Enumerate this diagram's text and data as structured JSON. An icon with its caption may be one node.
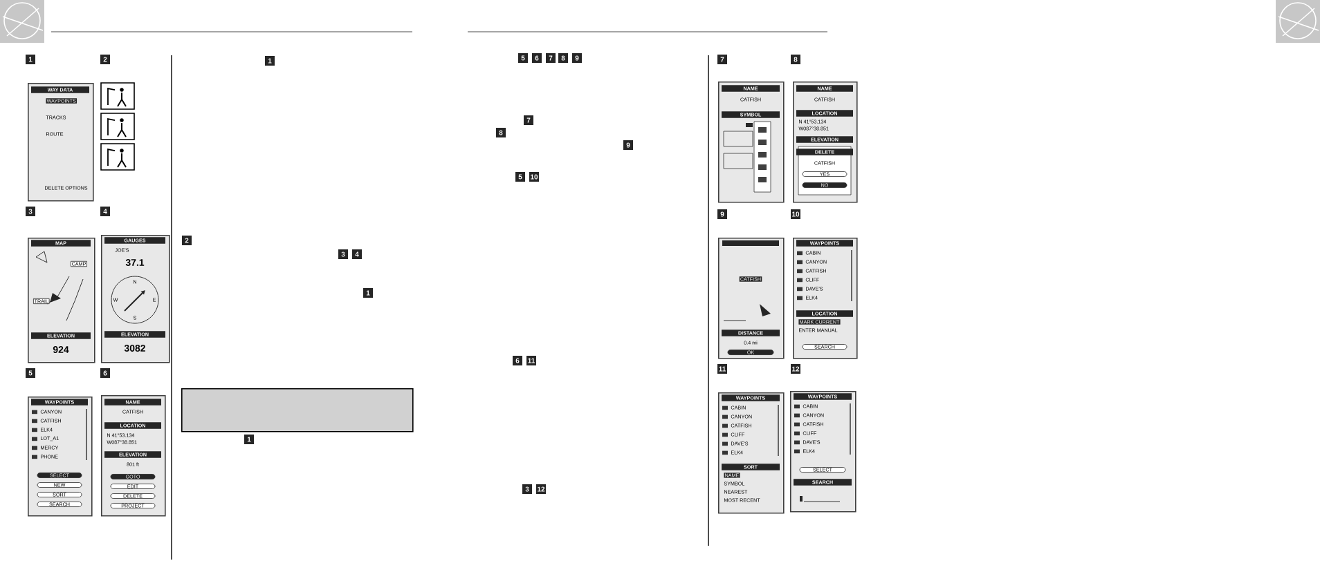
{
  "diagram": {
    "nodes": [
      {
        "text": [
          "WAY DATA",
          "WAYPOINTS",
          "TRACKS",
          "ROUTE",
          "DELETE OPTIONS"
        ]
      },
      {
        "text": [
          "MAP",
          "CAMP",
          "TRAIL",
          "ELEVATION",
          "924"
        ]
      },
      {
        "text": [
          "GAUGES",
          "JOE'S",
          "37.1",
          "N",
          "W",
          "E",
          "S",
          "ELEVATION",
          "3082"
        ]
      },
      {
        "text": [
          "WAYPOINTS",
          "CANYON",
          "CATFISH",
          "ELK4",
          "LOT_A1",
          "MERCY",
          "PHONE",
          "SELECT",
          "NEW",
          "SORT",
          "SEARCH"
        ]
      },
      {
        "text": [
          "NAME",
          "CATFISH",
          "LOCATION",
          "N 41°53.134",
          "W087°38.851",
          "ELEVATION",
          "801 ft",
          "GOTO",
          "EDIT",
          "DELETE",
          "PROJECT"
        ]
      },
      {
        "text": [
          "NAME",
          "CATFISH",
          "SYMBOL"
        ]
      },
      {
        "text": [
          "NAME",
          "CATFISH",
          "LOCATION",
          "N 41°53.134",
          "W087°38.851",
          "ELEVATION",
          "DELETE",
          "CATFISH",
          "YES",
          "NO"
        ]
      },
      {
        "text": [
          "CATFISH",
          "DISTANCE",
          "0.4 mi",
          "OK"
        ]
      },
      {
        "text": [
          "WAYPOINTS",
          "CABIN",
          "CANYON",
          "CATFISH",
          "CLIFF",
          "DAVE'S",
          "ELK4",
          "LOCATION",
          "MARK CURRENT",
          "ENTER MANUAL",
          "SEARCH"
        ]
      },
      {
        "text": [
          "WAYPOINTS",
          "CABIN",
          "CANYON",
          "CATFISH",
          "CLIFF",
          "DAVE'S",
          "ELK4",
          "SORT",
          "NAME",
          "SYMBOL",
          "NEAREST",
          "MOST RECENT"
        ]
      },
      {
        "text": [
          "WAYPOINTS",
          "CABIN",
          "CANYON",
          "CATFISH",
          "CLIFF",
          "DAVE'S",
          "ELK4",
          "SELECT",
          "SEARCH"
        ]
      },
      {
        "text": [],
        "shape": "box"
      }
    ],
    "labels": [
      "1",
      "2",
      "3",
      "4",
      "5",
      "6",
      "1",
      "2",
      "3",
      "4",
      "1",
      "1",
      "5",
      "6",
      "7",
      "8",
      "9",
      "7",
      "8",
      "9",
      "5",
      "10",
      "6",
      "11",
      "3",
      "12",
      "7",
      "8",
      "9",
      "10",
      "11",
      "12"
    ]
  }
}
